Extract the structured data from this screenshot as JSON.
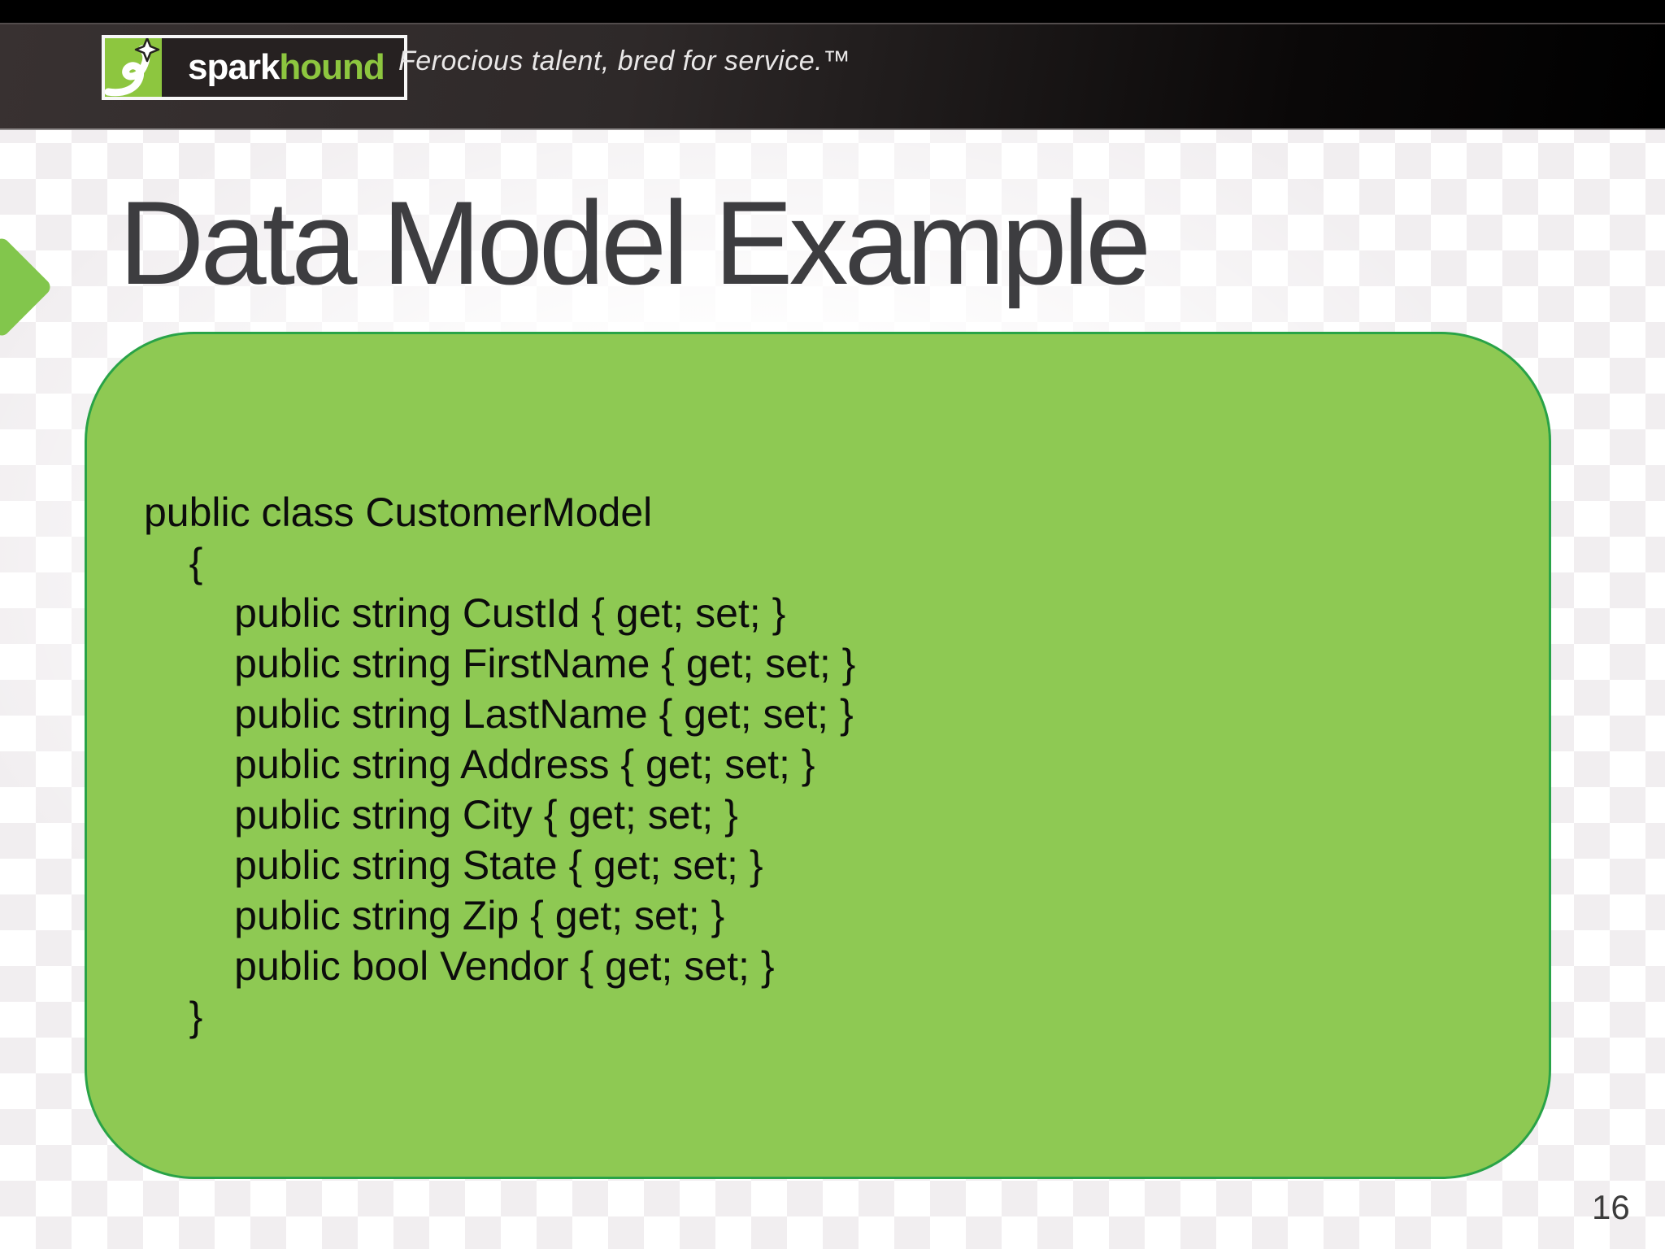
{
  "header": {
    "brand": {
      "spark": "spark",
      "hound": "hound"
    },
    "tagline": "Ferocious talent, bred for service.™"
  },
  "slide": {
    "title": "Data Model Example",
    "page_number": "16"
  },
  "code": {
    "lines": [
      "public class CustomerModel",
      "    {",
      "        public string CustId { get; set; }",
      "        public string FirstName { get; set; }",
      "        public string LastName { get; set; }",
      "        public string Address { get; set; }",
      "        public string City { get; set; }",
      "        public string State { get; set; }",
      "        public string Zip { get; set; }",
      "        public bool Vendor { get; set; }",
      "    }"
    ]
  },
  "icons": {
    "logo_mark": "sparkhound-s-swoosh-with-star",
    "title_arrow": "green-diamond-arrow"
  },
  "colors": {
    "panel_green": "#8ec953",
    "panel_border_green": "#29a347",
    "logo_green": "#8dc63f",
    "arrow_green": "#82c64c",
    "title_gray": "#3d3d40",
    "header_black": "#000000",
    "header_gray": "#383131"
  }
}
